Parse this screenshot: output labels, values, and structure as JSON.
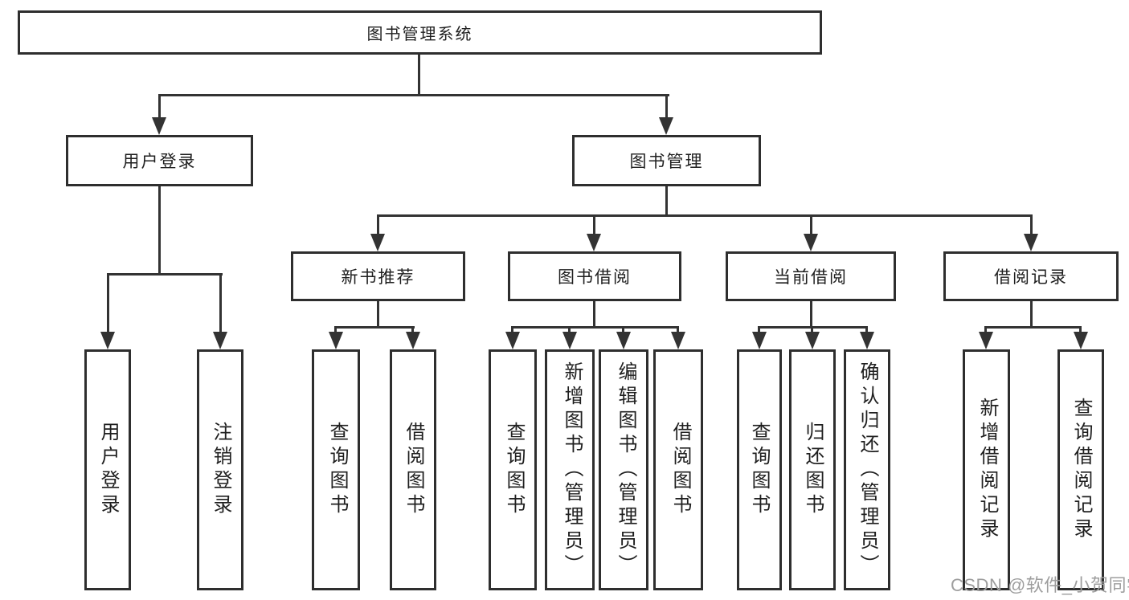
{
  "tree": {
    "root": {
      "label": "图书管理系统"
    },
    "children": [
      {
        "label": "用户登录",
        "children": [
          {
            "label": "用户登录"
          },
          {
            "label": "注销登录"
          }
        ]
      },
      {
        "label": "图书管理",
        "children": [
          {
            "label": "新书推荐",
            "children": [
              {
                "label": "查询图书"
              },
              {
                "label": "借阅图书"
              }
            ]
          },
          {
            "label": "图书借阅",
            "children": [
              {
                "label": "查询图书"
              },
              {
                "label": "新增图书（管理员）"
              },
              {
                "label": "编辑图书（管理员）"
              },
              {
                "label": "借阅图书"
              }
            ]
          },
          {
            "label": "当前借阅",
            "children": [
              {
                "label": "查询图书"
              },
              {
                "label": "归还图书"
              },
              {
                "label": "确认归还（管理员）"
              }
            ]
          },
          {
            "label": "借阅记录",
            "children": [
              {
                "label": "新增借阅记录"
              },
              {
                "label": "查询借阅记录"
              }
            ]
          }
        ]
      }
    ]
  },
  "watermark": {
    "text": "CSDN @软件_小贺同学",
    "color": "#9e9e9e"
  },
  "style": {
    "line_color": "#333333",
    "box_border_color": "#2e2e2e",
    "background": "#ffffff",
    "text_color": "#1f1f1f"
  }
}
